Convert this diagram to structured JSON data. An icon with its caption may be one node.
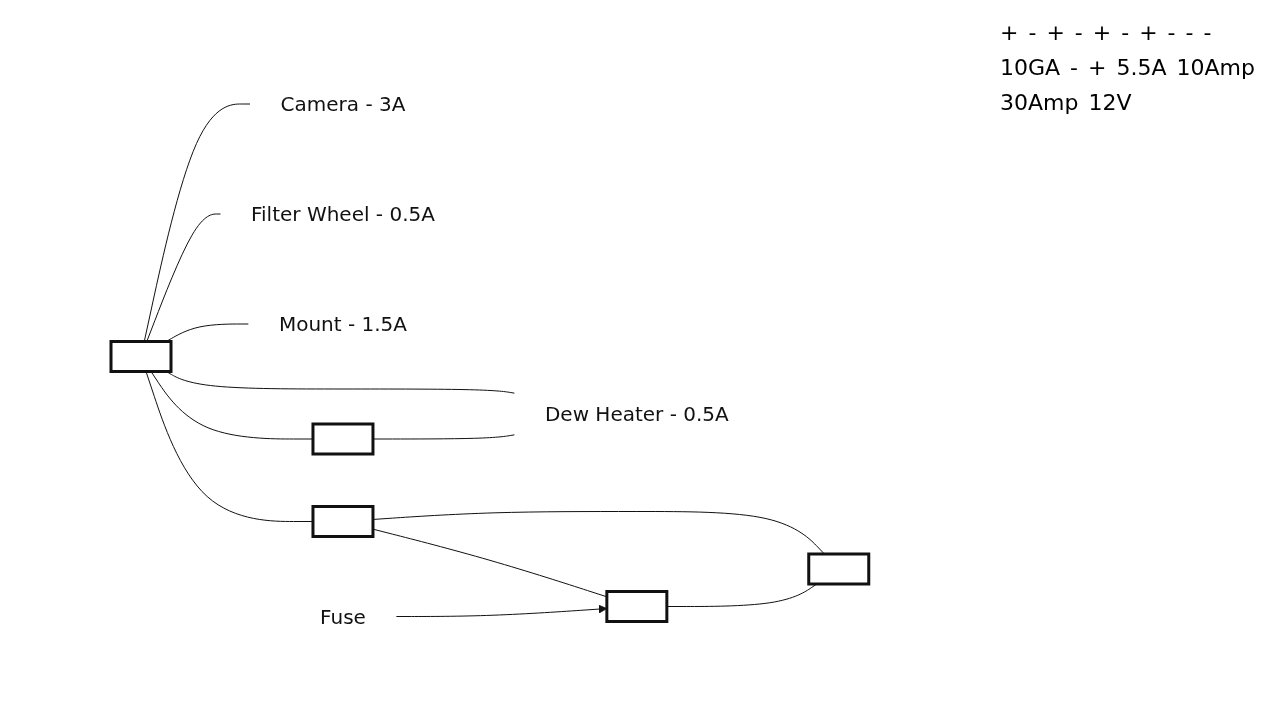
{
  "diagram": {
    "nodes": [
      {
        "text": [],
        "shape": "box"
      },
      {
        "text": [
          "Camera - 3A"
        ]
      },
      {
        "text": [
          "Filter Wheel - 0.5A"
        ]
      },
      {
        "text": [
          "Mount - 1.5A"
        ]
      },
      {
        "text": [
          "Dew Heater - 0.5A"
        ]
      },
      {
        "text": [],
        "shape": "box"
      },
      {
        "text": [],
        "shape": "box"
      },
      {
        "text": [
          "Fuse"
        ]
      },
      {
        "text": [],
        "shape": "box"
      },
      {
        "text": [],
        "shape": "box"
      }
    ],
    "edges": [
      {
        "from": 0,
        "to": 1,
        "arrow": "none"
      },
      {
        "from": 0,
        "to": 2,
        "arrow": "none"
      },
      {
        "from": 0,
        "to": 3,
        "arrow": "none"
      },
      {
        "from": 0,
        "to": 4,
        "arrow": "none"
      },
      {
        "from": 0,
        "to": 5,
        "arrow": "none"
      },
      {
        "from": 5,
        "to": 4,
        "arrow": "none"
      },
      {
        "from": 0,
        "to": 6,
        "arrow": "none"
      },
      {
        "from": 6,
        "to": 8,
        "arrow": "none"
      },
      {
        "from": 6,
        "to": 9,
        "arrow": "none"
      },
      {
        "from": 8,
        "to": 9,
        "arrow": "none"
      },
      {
        "from": 7,
        "to": 8,
        "arrow": "to"
      }
    ],
    "labels": [
      "+",
      "-",
      "+",
      "-",
      "+",
      "-",
      "+",
      "-",
      "-",
      "-",
      "10GA",
      "-",
      "+",
      "5.5A",
      "10Amp",
      "30Amp",
      "12V"
    ]
  }
}
